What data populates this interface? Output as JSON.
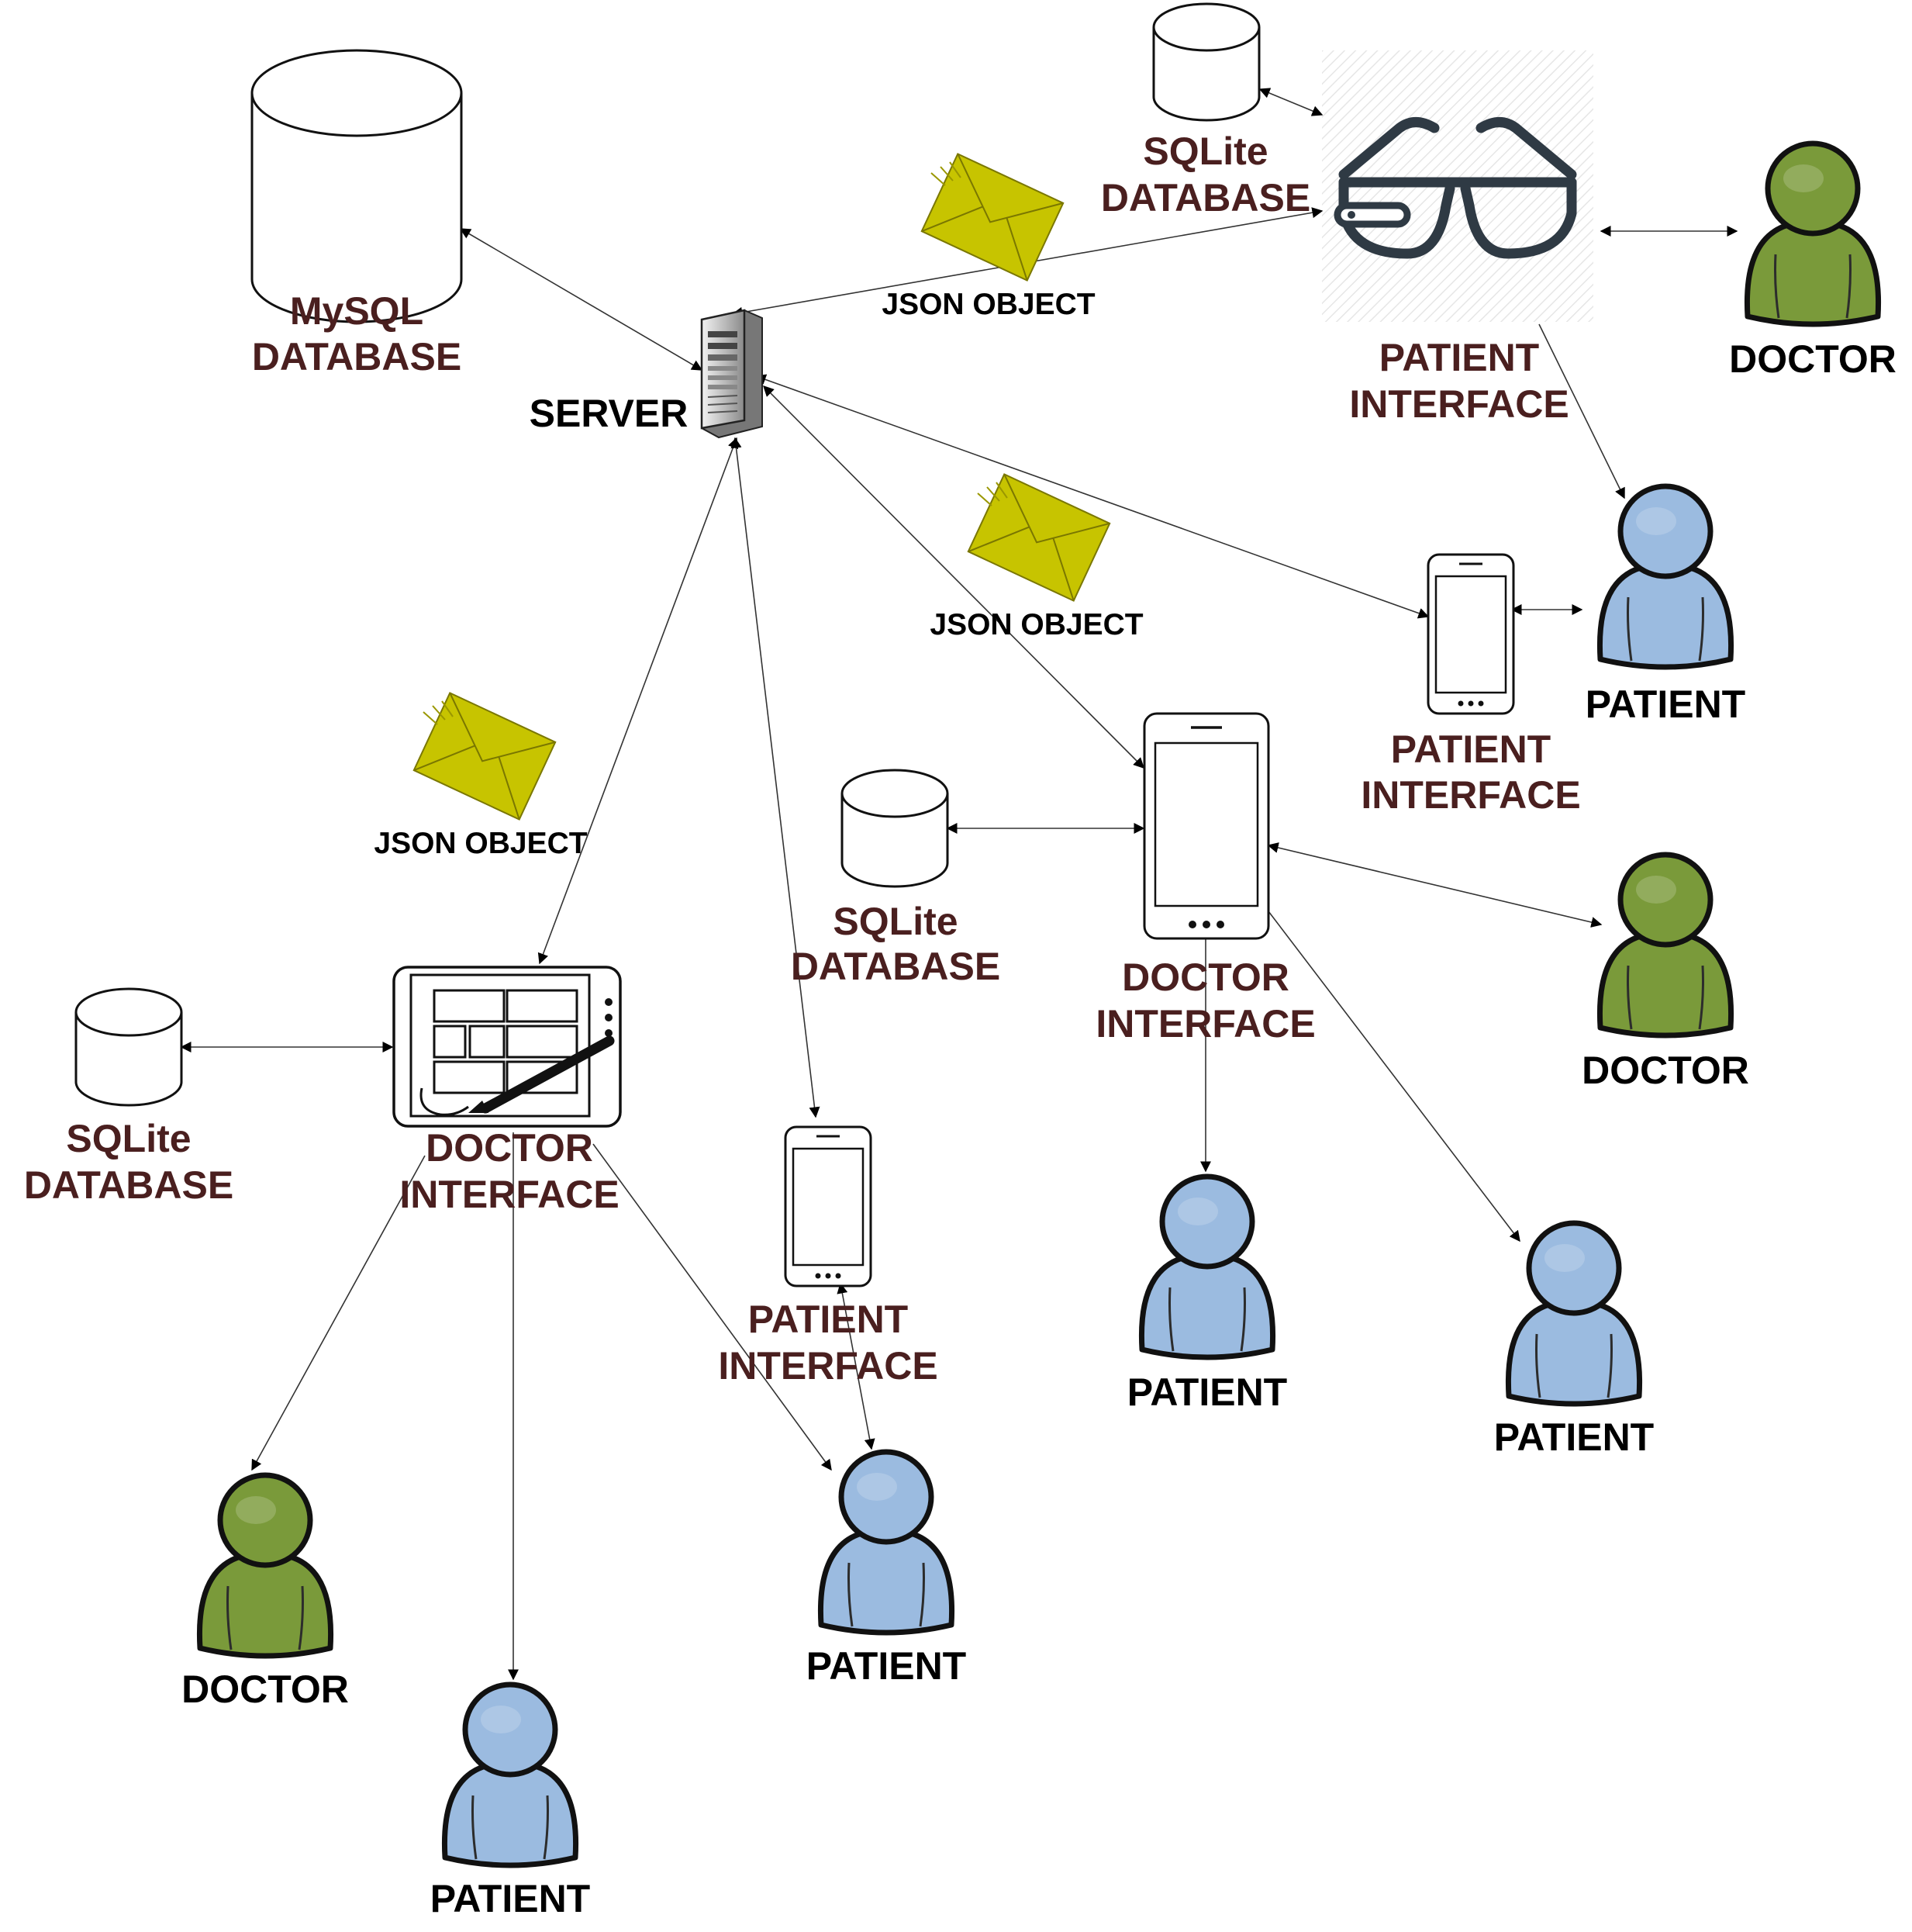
{
  "colors": {
    "doctor": "#7a9a3a",
    "patient": "#9bbbe0",
    "envelope": "#c7c400",
    "label_dark": "#4a1f1f",
    "label_black": "#000000",
    "edge": "#333333"
  },
  "labels": {
    "mysql_line1": "MySQL",
    "mysql_line2": "DATABASE",
    "server": "SERVER",
    "sqlite_line1": "SQLite",
    "sqlite_line2": "DATABASE",
    "patient_interface_line1": "PATIENT",
    "patient_interface_line2": "INTERFACE",
    "doctor_interface_line1": "DOCTOR",
    "doctor_interface_line2": "INTERFACE",
    "doctor": "DOCTOR",
    "patient": "PATIENT",
    "json_object": "JSON OBJECT"
  },
  "icons": {
    "database": "database-cylinder-icon",
    "server": "server-tower-icon",
    "smart_glasses": "smart-glasses-icon",
    "phone": "smartphone-icon",
    "tablet": "tablet-with-stylus-icon",
    "person_doctor": "doctor-person-icon",
    "person_patient": "patient-person-icon",
    "envelope": "envelope-icon"
  }
}
